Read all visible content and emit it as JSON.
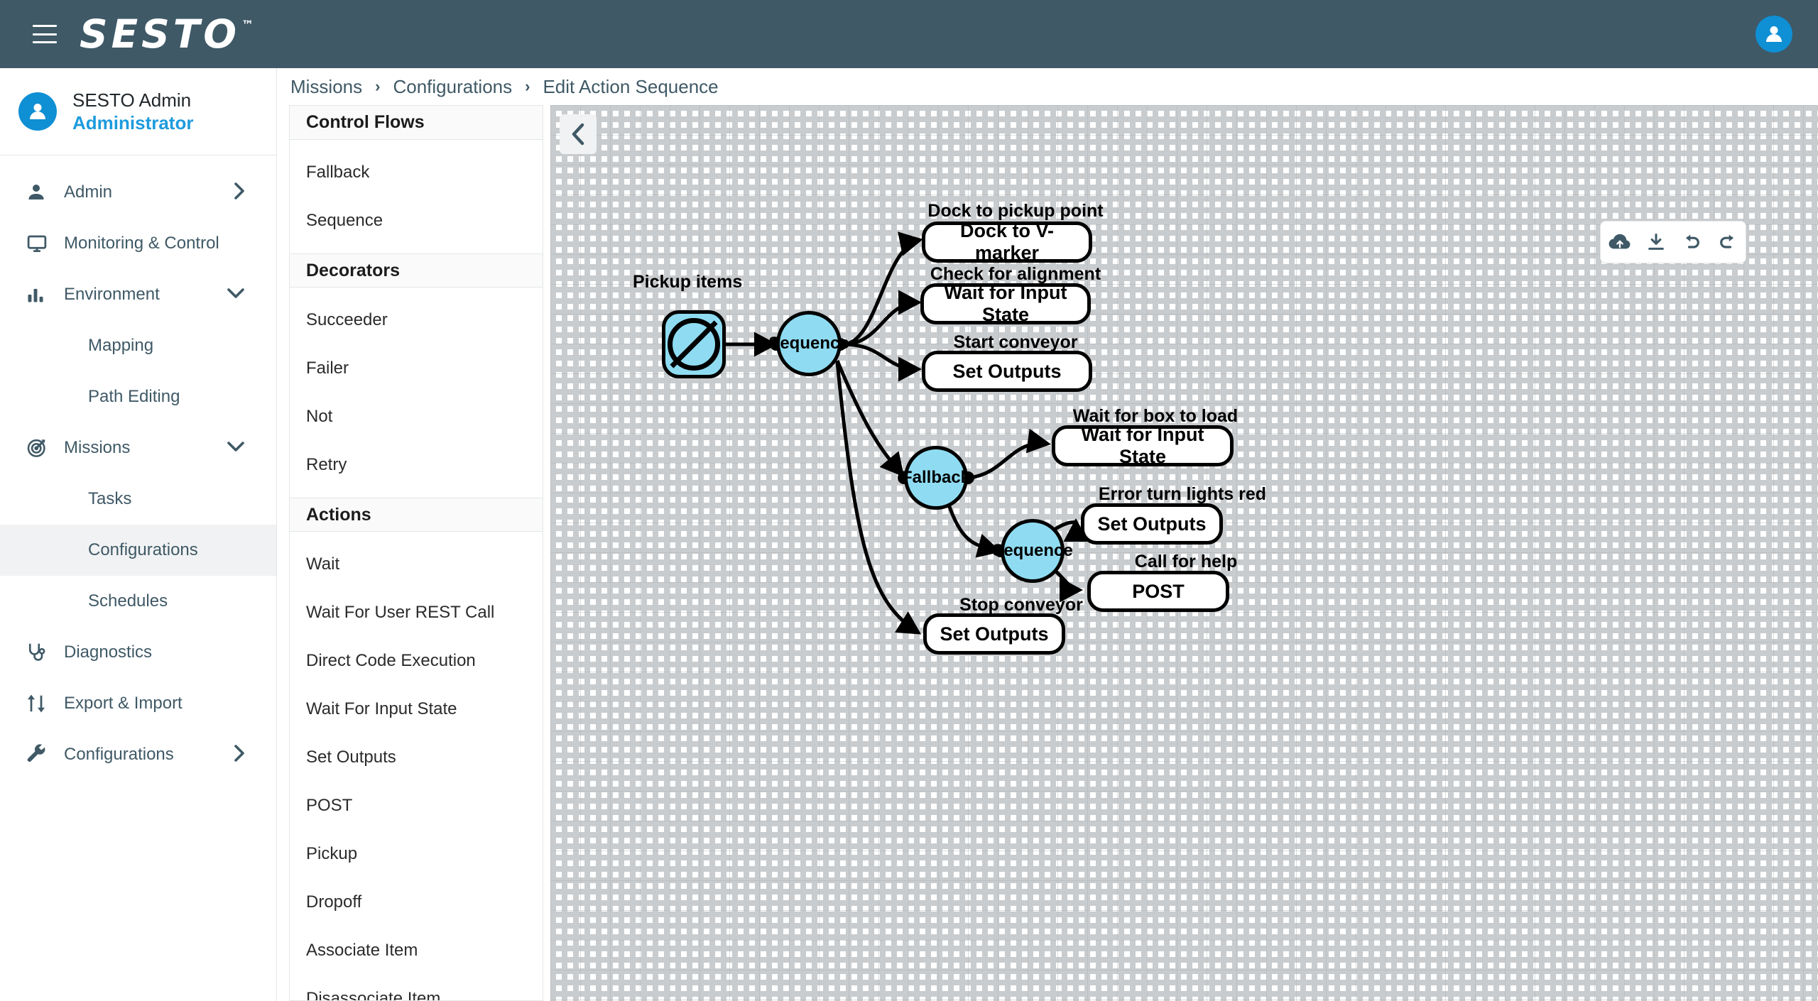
{
  "app": {
    "brand": "SESTO",
    "brand_tm": "™",
    "menu_icon": "hamburger-icon",
    "account_icon": "account-circle-icon"
  },
  "user": {
    "name": "SESTO Admin",
    "role": "Administrator"
  },
  "sidebar": {
    "items": [
      {
        "label": "Admin",
        "icon": "person-icon",
        "level": "top",
        "chevron": "right",
        "active": false
      },
      {
        "label": "Monitoring & Control",
        "icon": "monitor-icon",
        "level": "top",
        "chevron": "",
        "active": false
      },
      {
        "label": "Environment",
        "icon": "bar-chart-icon",
        "level": "top",
        "chevron": "down",
        "active": false
      },
      {
        "label": "Mapping",
        "icon": "",
        "level": "sub",
        "chevron": "",
        "active": false
      },
      {
        "label": "Path Editing",
        "icon": "",
        "level": "sub",
        "chevron": "",
        "active": false
      },
      {
        "label": "Missions",
        "icon": "target-icon",
        "level": "top",
        "chevron": "down",
        "active": false
      },
      {
        "label": "Tasks",
        "icon": "",
        "level": "sub",
        "chevron": "",
        "active": false
      },
      {
        "label": "Configurations",
        "icon": "",
        "level": "sub",
        "chevron": "",
        "active": true
      },
      {
        "label": "Schedules",
        "icon": "",
        "level": "sub",
        "chevron": "",
        "active": false
      },
      {
        "label": "Diagnostics",
        "icon": "stethoscope-icon",
        "level": "top",
        "chevron": "",
        "active": false
      },
      {
        "label": "Export & Import",
        "icon": "import-export-icon",
        "level": "top",
        "chevron": "",
        "active": false
      },
      {
        "label": "Configurations",
        "icon": "wrench-icon",
        "level": "top",
        "chevron": "right",
        "active": false
      }
    ]
  },
  "breadcrumb": {
    "items": [
      "Missions",
      "Configurations",
      "Edit Action Sequence"
    ],
    "separator": "›"
  },
  "palette": {
    "groups": [
      {
        "title": "Control Flows",
        "items": [
          "Fallback",
          "Sequence"
        ]
      },
      {
        "title": "Decorators",
        "items": [
          "Succeeder",
          "Failer",
          "Not",
          "Retry"
        ]
      },
      {
        "title": "Actions",
        "items": [
          "Wait",
          "Wait For User REST Call",
          "Direct Code Execution",
          "Wait For Input State",
          "Set Outputs",
          "POST",
          "Pickup",
          "Dropoff",
          "Associate Item",
          "Disassociate Item"
        ]
      }
    ]
  },
  "canvas": {
    "collapse_icon": "chevron-left-icon",
    "toolbar": [
      {
        "name": "cloud-upload-icon",
        "title": "Save to cloud"
      },
      {
        "name": "download-icon",
        "title": "Download"
      },
      {
        "name": "undo-icon",
        "title": "Undo"
      },
      {
        "name": "redo-icon",
        "title": "Redo"
      }
    ],
    "tree": {
      "root": {
        "type": "Pickup",
        "label": "Pickup items",
        "icon": "no-entry-icon"
      },
      "nodes": [
        {
          "id": "seq1",
          "kind": "control",
          "text": "Sequence",
          "label": ""
        },
        {
          "id": "dock",
          "kind": "action",
          "text": "Dock to V-marker",
          "label": "Dock to pickup point"
        },
        {
          "id": "wait1",
          "kind": "action",
          "text": "Wait for Input State",
          "label": "Check for alignment"
        },
        {
          "id": "out1",
          "kind": "action",
          "text": "Set Outputs",
          "label": "Start conveyor"
        },
        {
          "id": "fb",
          "kind": "control",
          "text": "Fallback",
          "label": ""
        },
        {
          "id": "wait2",
          "kind": "action",
          "text": "Wait for Input State",
          "label": "Wait for box to load"
        },
        {
          "id": "seq2",
          "kind": "control",
          "text": "Sequence",
          "label": ""
        },
        {
          "id": "out2",
          "kind": "action",
          "text": "Set Outputs",
          "label": "Error turn lights red"
        },
        {
          "id": "post",
          "kind": "action",
          "text": "POST",
          "label": "Call for help"
        },
        {
          "id": "out3",
          "kind": "action",
          "text": "Set Outputs",
          "label": "Stop conveyor"
        }
      ]
    }
  },
  "colors": {
    "topbar": "#3f5966",
    "accent": "#0f8fd4",
    "node_fill": "#8fdcf2",
    "active_nav": "#f1f2f3"
  }
}
